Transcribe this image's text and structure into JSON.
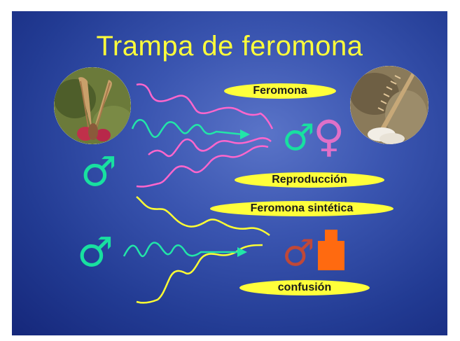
{
  "slide": {
    "title": "Trampa de feromona",
    "labels": {
      "feromona": "Feromona",
      "reproduccion": "Reproducción",
      "sintetica": "Feromona sintética",
      "confusion": "confusión"
    },
    "symbols": {
      "male": "♂",
      "female": "♀"
    },
    "colors": {
      "title": "#ffff3a",
      "pill": "#ffff3a",
      "male_green": "#18e0a0",
      "female_pink": "#e070c8",
      "male_brown": "#c04838",
      "trap_orange": "#ff6a10",
      "pink_trail": "#ff66cc",
      "green_trail": "#22e6a8",
      "yellow_trail": "#ffff33"
    },
    "icons": {
      "left_photo": "male-moth-photo",
      "right_photo": "female-moth-photo",
      "trap": "pheromone-bottle-icon"
    }
  }
}
